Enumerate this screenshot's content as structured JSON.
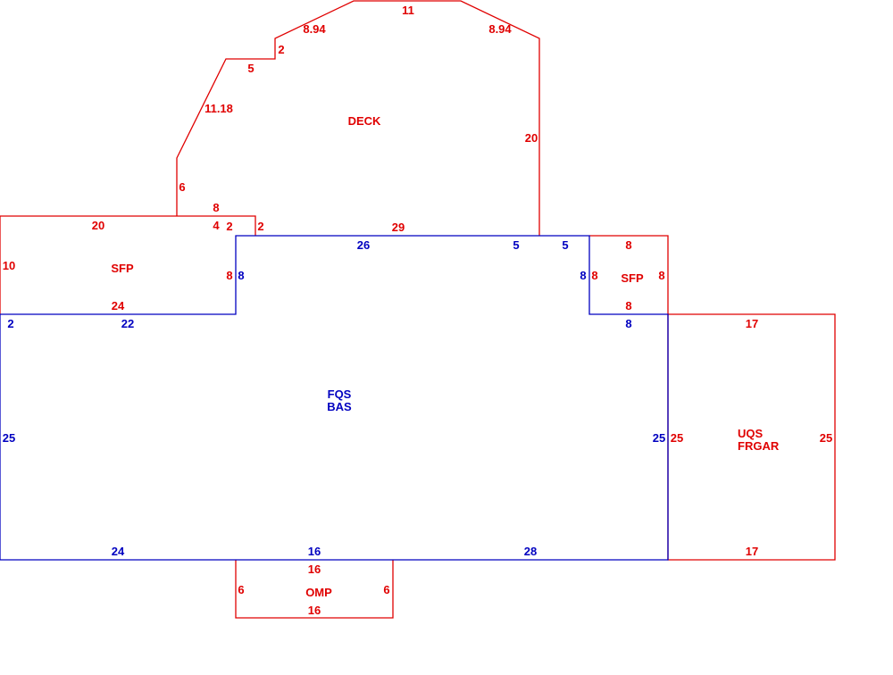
{
  "colors": {
    "red": "#e00000",
    "blue": "#0000c0"
  },
  "areas": {
    "deck": {
      "name": "DECK"
    },
    "sfp_left": {
      "name": "SFP"
    },
    "sfp_right": {
      "name": "SFP"
    },
    "main": {
      "line1": "FQS",
      "line2": "BAS"
    },
    "garage": {
      "line1": "UQS",
      "line2": "FRGAR"
    },
    "porch": {
      "name": "OMP"
    }
  },
  "dimensions": {
    "deck": {
      "top": "11",
      "upper_left_diag": "8.94",
      "upper_right_diag": "8.94",
      "left_step_2": "2",
      "left_step_5": "5",
      "left_diag": "11.18",
      "right_side": "20",
      "left_side": "6",
      "bottom_8": "8",
      "bottom_4": "4",
      "bottom_2a": "2",
      "bottom_2b": "2",
      "bottom_29": "29"
    },
    "sfp_left": {
      "top": "20",
      "left": "10",
      "bottom": "24",
      "right": "8"
    },
    "main": {
      "top": "26",
      "top_right_5a": "5",
      "top_right_5b": "5",
      "inner_right": "8",
      "inner_left": "8",
      "left_top": "2",
      "top_left": "22",
      "left": "25",
      "right": "25",
      "notch_bottom": "8",
      "bottom_24": "24",
      "bottom_16": "16",
      "bottom_28": "28"
    },
    "sfp_right": {
      "top": "8",
      "left": "8",
      "right": "8",
      "bottom": "8"
    },
    "garage": {
      "top": "17",
      "left": "25",
      "right": "25",
      "bottom": "17"
    },
    "porch": {
      "top": "16",
      "left": "6",
      "right": "6",
      "bottom": "16"
    }
  }
}
